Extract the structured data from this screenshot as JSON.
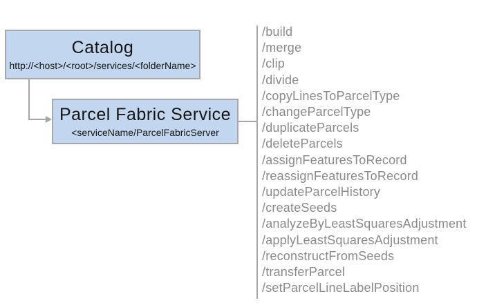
{
  "diagram": {
    "catalog": {
      "title": "Catalog",
      "subtitle": "http://<host>/<root>/services/<folderName>"
    },
    "service": {
      "title": "Parcel Fabric Service",
      "subtitle": "<serviceName/ParcelFabricServer"
    },
    "operations": [
      "/build",
      "/merge",
      "/clip",
      "/divide",
      "/copyLinesToParcelType",
      "/changeParcelType",
      "/duplicateParcels",
      "/deleteParcels",
      "/assignFeaturesToRecord",
      "/reassignFeaturesToRecord",
      "/updateParcelHistory",
      "/createSeeds",
      "/analyzeByLeastSquaresAdjustment",
      "/applyLeastSquaresAdjustment",
      "/reconstructFromSeeds",
      "/transferParcel",
      "/setParcelLineLabelPosition"
    ],
    "colors": {
      "node_fill": "#c2d7ef",
      "node_border": "#a6a6a6",
      "connector": "#a6a6a6",
      "operation_text": "#8a8a8a",
      "title_text": "#141414"
    }
  }
}
